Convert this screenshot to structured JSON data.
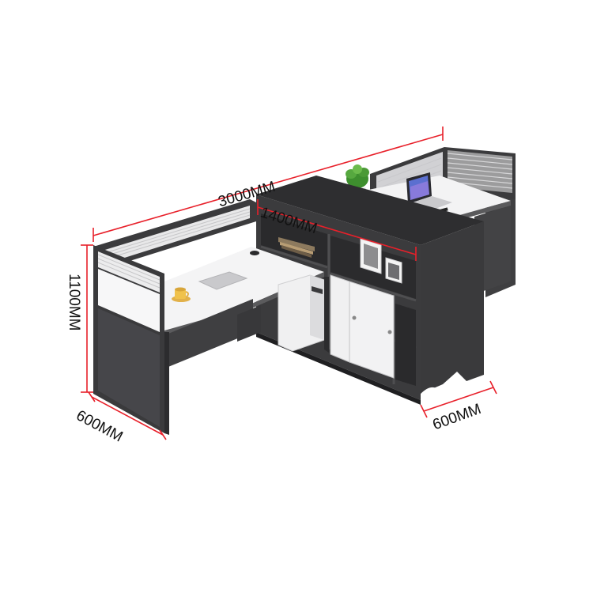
{
  "dimensions": {
    "total_length": "3000MM",
    "cabinet_length": "1400MM",
    "height": "1100MM",
    "left_depth": "600MM",
    "right_depth": "600MM"
  },
  "colors": {
    "dimension_line": "#e8202a",
    "dimension_text": "#111111",
    "frame_dark": "#3b3b3d",
    "panel_dark": "#4a4a4c",
    "cabinet_top": "#2f2f31",
    "desk_top": "#f4f4f5",
    "door_white": "#f2f2f3",
    "partition_glass": "#e9e9ea"
  },
  "icons": [
    "potted-plant",
    "laptop",
    "coffee-cup",
    "picture-frame",
    "book-stack",
    "computer-tower"
  ]
}
